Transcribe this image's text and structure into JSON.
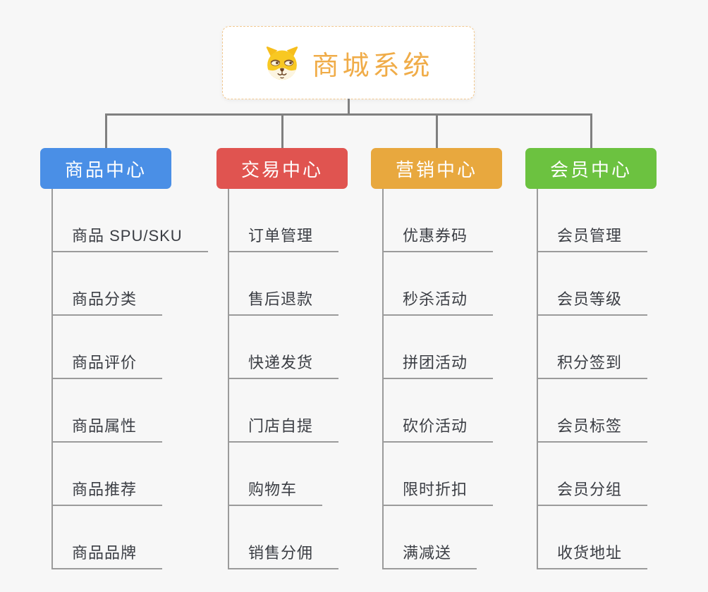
{
  "root": {
    "title": "商城系统",
    "icon": "dog-face-icon"
  },
  "branches": [
    {
      "id": "product-center",
      "label": "商品中心",
      "color": "#4A8FE6",
      "children": [
        "商品 SPU/SKU",
        "商品分类",
        "商品评价",
        "商品属性",
        "商品推荐",
        "商品品牌"
      ]
    },
    {
      "id": "trade-center",
      "label": "交易中心",
      "color": "#E05450",
      "children": [
        "订单管理",
        "售后退款",
        "快递发货",
        "门店自提",
        "购物车",
        "销售分佣"
      ]
    },
    {
      "id": "marketing-center",
      "label": "营销中心",
      "color": "#E8A83E",
      "children": [
        "优惠券码",
        "秒杀活动",
        "拼团活动",
        "砍价活动",
        "限时折扣",
        "满减送"
      ]
    },
    {
      "id": "member-center",
      "label": "会员中心",
      "color": "#6CC240",
      "children": [
        "会员管理",
        "会员等级",
        "积分签到",
        "会员标签",
        "会员分组",
        "收货地址"
      ]
    }
  ],
  "colors": {
    "background": "#F7F7F7",
    "connector": "#808080",
    "child_line": "#9B9B9B",
    "child_text": "#3B3E44",
    "root_title": "#F0AC48",
    "root_border": "#F2C88F",
    "branch_product": "#4A8FE6",
    "branch_trade": "#E05450",
    "branch_marketing": "#E8A83E",
    "branch_member": "#6CC240"
  }
}
